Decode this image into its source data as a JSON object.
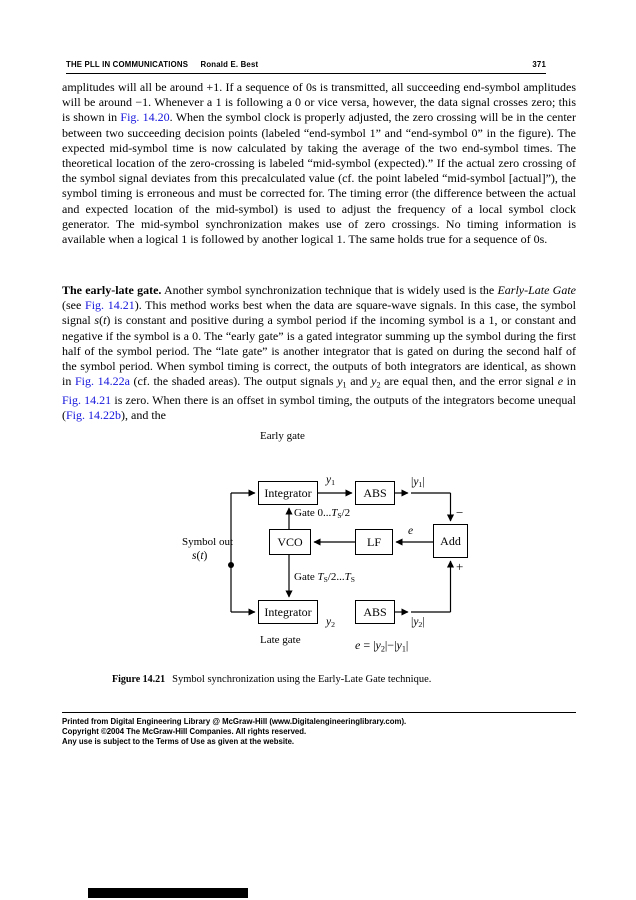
{
  "header": {
    "book_title": "THE PLL IN COMMUNICATIONS",
    "author": "Ronald E. Best",
    "page_number": "371"
  },
  "body": {
    "paragraph1": [
      {
        "t": "amplitudes will all be around +1. If a sequence of 0s is transmitted, all succeeding end-symbol amplitudes will be around −1. Whenever a 1 is following a 0 or vice versa, however, the data signal crosses zero; this is shown in ",
        "s": "normal"
      },
      {
        "t": "Fig. 14.20",
        "s": "link"
      },
      {
        "t": ". When the symbol clock is properly adjusted, the zero crossing will be in the center between two succeeding decision points (labeled “end-symbol 1” and “end-symbol 0” in the figure). The expected mid-symbol time is now calculated by taking the average of the two end-symbol times. The theoretical location of the zero-crossing is labeled “mid-symbol (expected).” If the actual zero crossing of the symbol signal deviates from this precalculated value (cf. the point labeled “mid-symbol [actual]”), the symbol timing is erroneous and must be corrected for. The timing error (the difference between the actual and expected location of the mid-symbol) is used to adjust the frequency of a local symbol clock generator. The mid-symbol synchronization makes use of zero crossings. No timing information is available when a logical 1 is followed by another logical 1. The same holds true for a sequence of 0s.",
        "s": "normal"
      }
    ],
    "paragraph2": [
      {
        "t": "The early-late gate.",
        "s": "bold"
      },
      {
        "t": " Another symbol synchronization technique that is widely used is the ",
        "s": "normal"
      },
      {
        "t": "Early-Late Gate",
        "s": "italic"
      },
      {
        "t": " (see ",
        "s": "normal"
      },
      {
        "t": "Fig. 14.21",
        "s": "link"
      },
      {
        "t": "). This method works best when the data are square-wave signals. In this case, the symbol signal ",
        "s": "normal"
      },
      {
        "t": "s",
        "s": "italic"
      },
      {
        "t": "(",
        "s": "normal"
      },
      {
        "t": "t",
        "s": "italic"
      },
      {
        "t": ")",
        "s": "normal"
      },
      {
        "t": " is constant and positive during a symbol period if the incoming symbol is a 1, or constant and negative if the symbol is a 0. The “early gate” is a gated integrator summing up the symbol during the first half of the symbol period. The “late gate” is another integrator that is gated on during the second half of the symbol period. When symbol timing is correct, the outputs of both integrators are identical, as shown in ",
        "s": "normal"
      },
      {
        "t": "Fig. 14.22a",
        "s": "link"
      },
      {
        "t": " (cf. the shaded areas). The output signals ",
        "s": "normal"
      },
      {
        "t": "y",
        "s": "italic"
      },
      {
        "t": "1",
        "s": "sub"
      },
      {
        "t": " and ",
        "s": "normal"
      },
      {
        "t": "y",
        "s": "italic"
      },
      {
        "t": "2",
        "s": "sub"
      },
      {
        "t": " are equal then, and the error signal ",
        "s": "normal"
      },
      {
        "t": "e",
        "s": "italic"
      },
      {
        "t": " in ",
        "s": "normal"
      },
      {
        "t": "Fig. 14.21",
        "s": "link"
      },
      {
        "t": " is zero. When there is an offset in symbol timing, the outputs of the integrators become unequal (",
        "s": "normal"
      },
      {
        "t": "Fig. 14.22b",
        "s": "link"
      },
      {
        "t": "), and the",
        "s": "normal"
      }
    ]
  },
  "figure": {
    "caption_label": "Figure 14.21",
    "caption_text": "Symbol synchronization using the Early-Late Gate technique.",
    "diagram": {
      "early_gate": "Early gate",
      "late_gate": "Late gate",
      "integrator_early": "Integrator",
      "integrator_late": "Integrator",
      "abs_early": "ABS",
      "abs_late": "ABS",
      "vco": "VCO",
      "lf": "LF",
      "add": "Add",
      "minus": "−",
      "plus": "+",
      "source_label": "Symbol out",
      "source_signal": [
        {
          "t": "s",
          "s": "italic"
        },
        {
          "t": "(",
          "s": "normal"
        },
        {
          "t": "t",
          "s": "italic"
        },
        {
          "t": ")",
          "s": "normal"
        }
      ],
      "y1": [
        {
          "t": "y",
          "s": "italic"
        },
        {
          "t": "1",
          "s": "sub"
        }
      ],
      "y1_abs": [
        {
          "t": "|",
          "s": "normal"
        },
        {
          "t": "y",
          "s": "italic"
        },
        {
          "t": "1",
          "s": "sub"
        },
        {
          "t": "|",
          "s": "normal"
        }
      ],
      "y2": [
        {
          "t": "y",
          "s": "italic"
        },
        {
          "t": "2",
          "s": "sub"
        }
      ],
      "y2_abs": [
        {
          "t": "|",
          "s": "normal"
        },
        {
          "t": "y",
          "s": "italic"
        },
        {
          "t": "2",
          "s": "sub"
        },
        {
          "t": "|",
          "s": "normal"
        }
      ],
      "gate_early": [
        {
          "t": "Gate 0...",
          "s": "normal"
        },
        {
          "t": "T",
          "s": "italic"
        },
        {
          "t": "S",
          "s": "sub"
        },
        {
          "t": "/2",
          "s": "normal"
        }
      ],
      "gate_late": [
        {
          "t": "Gate ",
          "s": "normal"
        },
        {
          "t": "T",
          "s": "italic"
        },
        {
          "t": "S",
          "s": "sub"
        },
        {
          "t": "/2...",
          "s": "normal"
        },
        {
          "t": "T",
          "s": "italic"
        },
        {
          "t": "S",
          "s": "sub"
        }
      ],
      "error_signal": [
        {
          "t": "e",
          "s": "italic"
        }
      ],
      "equation": [
        {
          "t": "e",
          "s": "italic"
        },
        {
          "t": " = |",
          "s": "normal"
        },
        {
          "t": "y",
          "s": "italic"
        },
        {
          "t": "2",
          "s": "sub"
        },
        {
          "t": "|−|",
          "s": "normal"
        },
        {
          "t": "y",
          "s": "italic"
        },
        {
          "t": "1",
          "s": "sub"
        },
        {
          "t": "|",
          "s": "normal"
        }
      ]
    }
  },
  "footer": {
    "line1": "Printed from Digital Engineering Library @ McGraw-Hill (www.Digitalengineeringlibrary.com).",
    "line2": "Copyright ©2004 The McGraw-Hill Companies. All rights reserved.",
    "line3": "Any use is subject to the Terms of Use as given at the website."
  }
}
